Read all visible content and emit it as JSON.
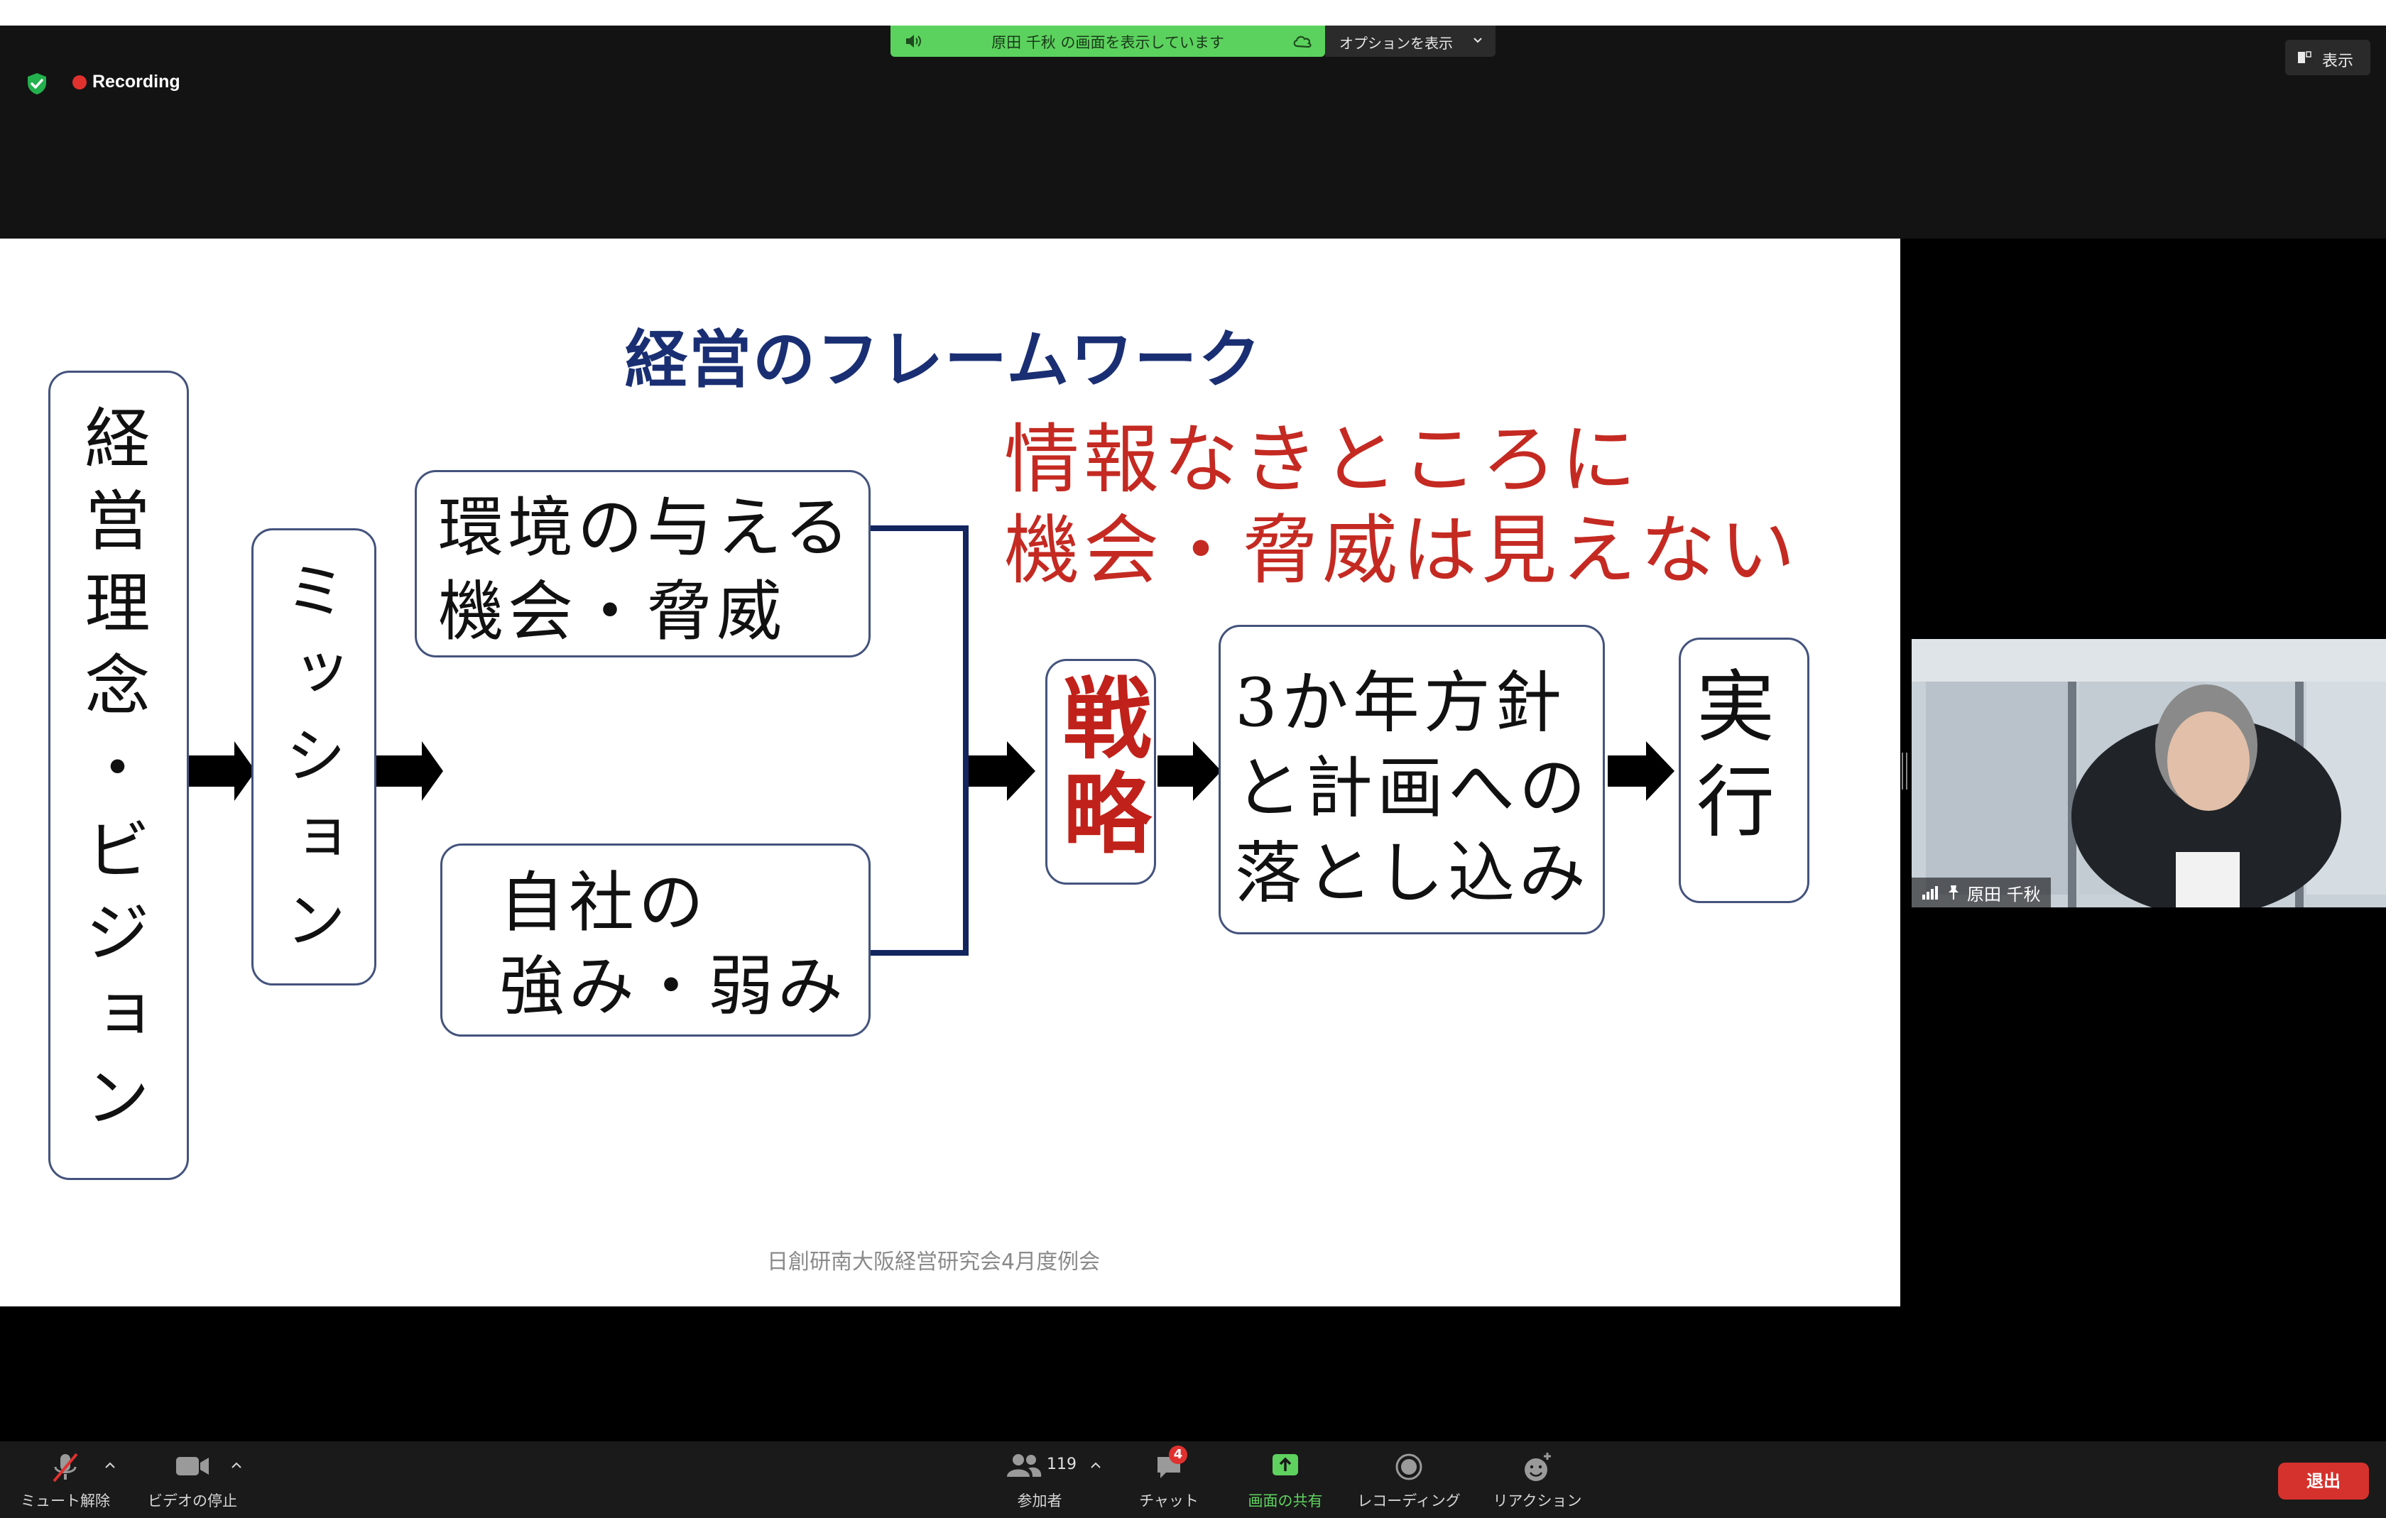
{
  "top_bar": {
    "recording_label": "Recording",
    "share_banner_text": "原田 千秋 の画面を表示しています",
    "options_label": "オプションを表示",
    "view_label": "表示"
  },
  "slide": {
    "title": "経営のフレームワーク",
    "red_note": "情報なきところに\n機会・脅威は見えない",
    "philosophy": "経営理念・ビジョン",
    "mission": "ミッション",
    "environment": "環境の与える\n機会・脅威",
    "self": "自社の\n強み・弱み",
    "strategy": "戦略",
    "plan": "3か年方針\nと計画への\n落とし込み",
    "execute": "実行",
    "footer": "日創研南大阪経営研究会4月度例会"
  },
  "participant": {
    "name": "原田 千秋"
  },
  "toolbar": {
    "mute_label": "ミュート解除",
    "video_label": "ビデオの停止",
    "participants_label": "参加者",
    "participants_count": "119",
    "chat_label": "チャット",
    "chat_badge": "4",
    "share_label": "画面の共有",
    "record_label": "レコーディング",
    "reaction_label": "リアクション",
    "leave_label": "退出"
  },
  "colors": {
    "share_green": "#5cd25e",
    "title_navy": "#1a2f73",
    "note_red": "#c42a22",
    "leave_red": "#d6322d"
  }
}
